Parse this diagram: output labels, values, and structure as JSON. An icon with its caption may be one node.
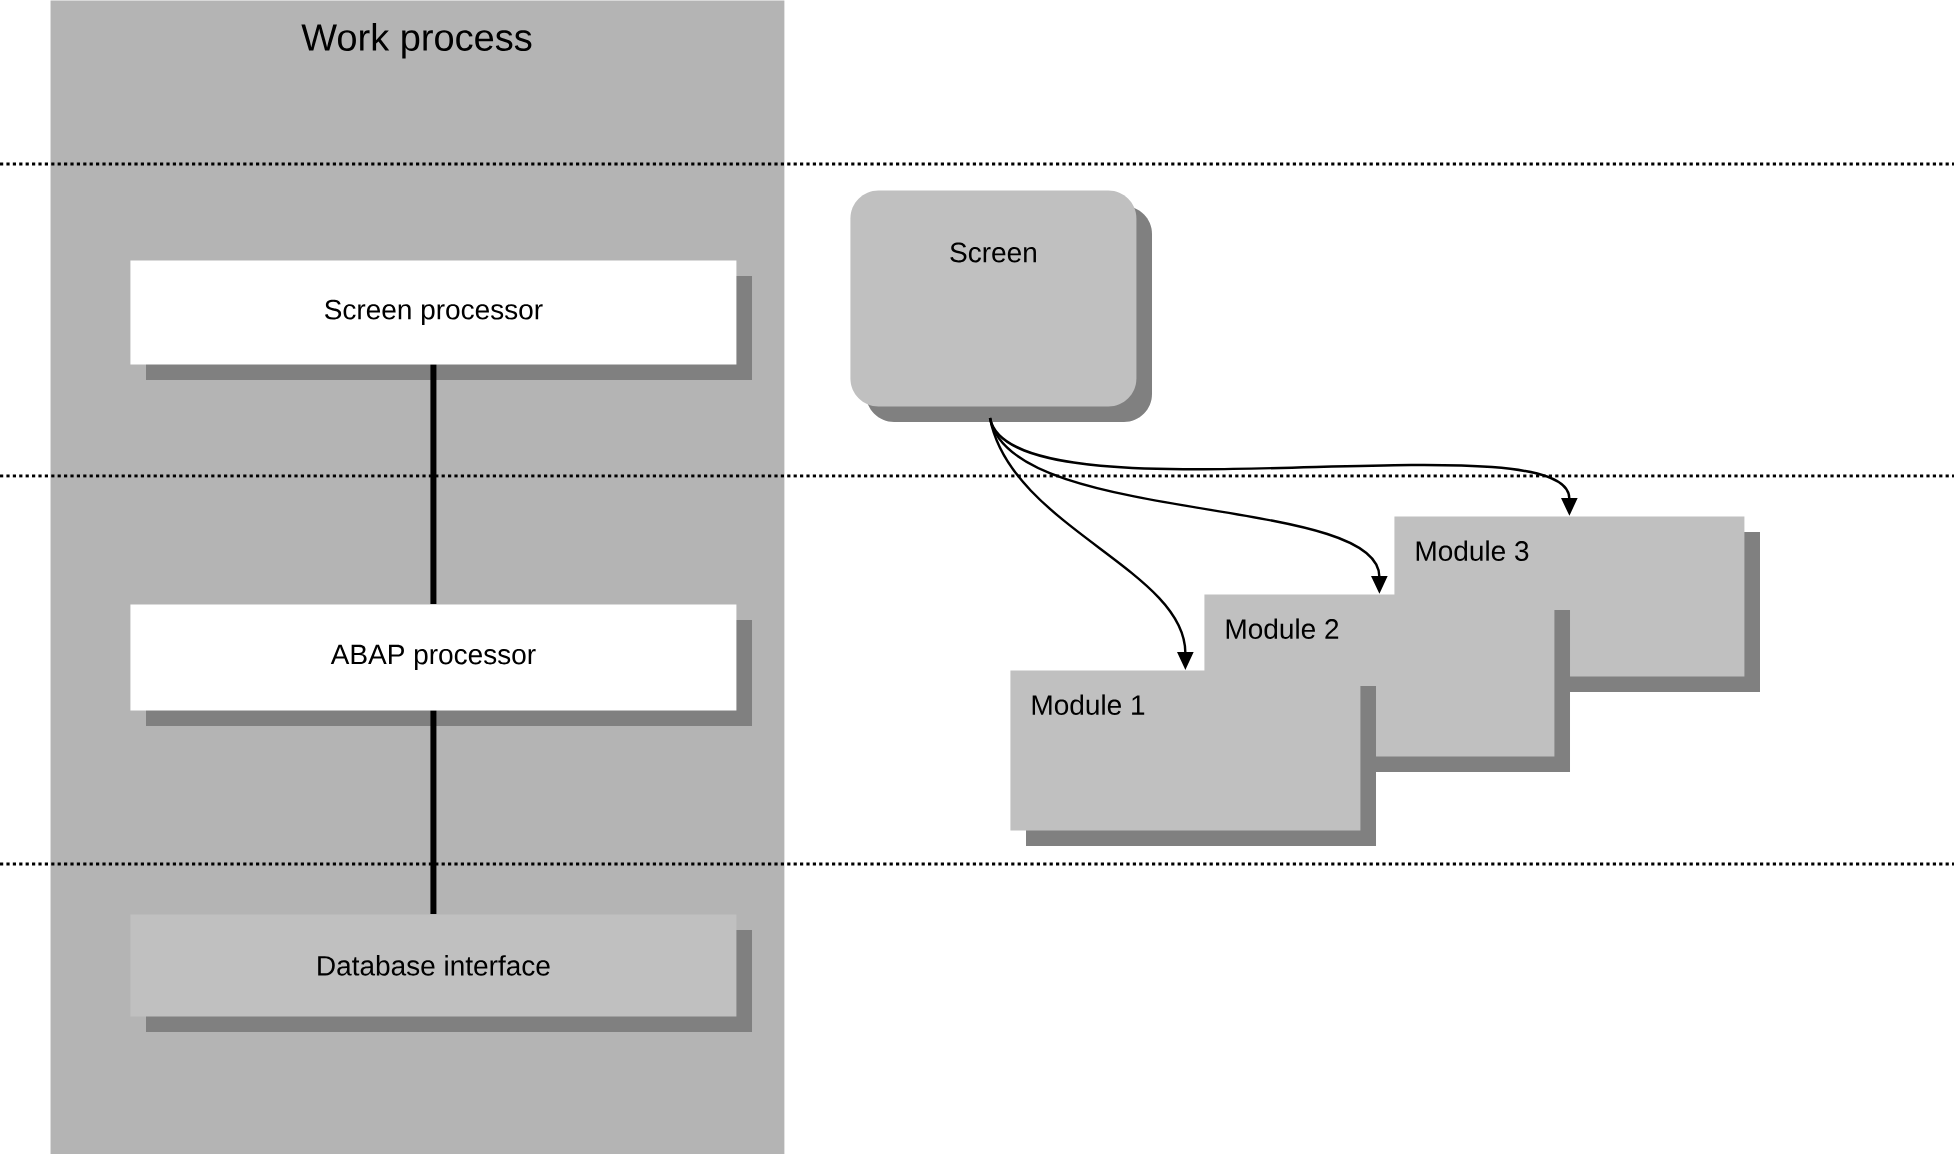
{
  "diagram": {
    "nodes": [
      {
        "text": [
          "Work process"
        ]
      },
      {
        "text": [
          "Screen processor"
        ],
        "in": 0
      },
      {
        "text": [
          "ABAP processor"
        ],
        "in": 0
      },
      {
        "text": [
          "Database interface"
        ],
        "in": 0
      },
      {
        "text": [
          "Screen"
        ]
      },
      {
        "text": [
          "Module 1"
        ]
      },
      {
        "text": [
          "Module 2"
        ]
      },
      {
        "text": [
          "Module 3"
        ]
      }
    ],
    "edges": [
      {
        "from": 1,
        "to": 2,
        "arrow": "none",
        "style": "thick"
      },
      {
        "from": 2,
        "to": 3,
        "arrow": "none",
        "style": "thick"
      },
      {
        "from": 4,
        "to": 5,
        "arrow": "to"
      },
      {
        "from": 4,
        "to": 6,
        "arrow": "to"
      },
      {
        "from": 4,
        "to": 7,
        "arrow": "to"
      }
    ]
  }
}
